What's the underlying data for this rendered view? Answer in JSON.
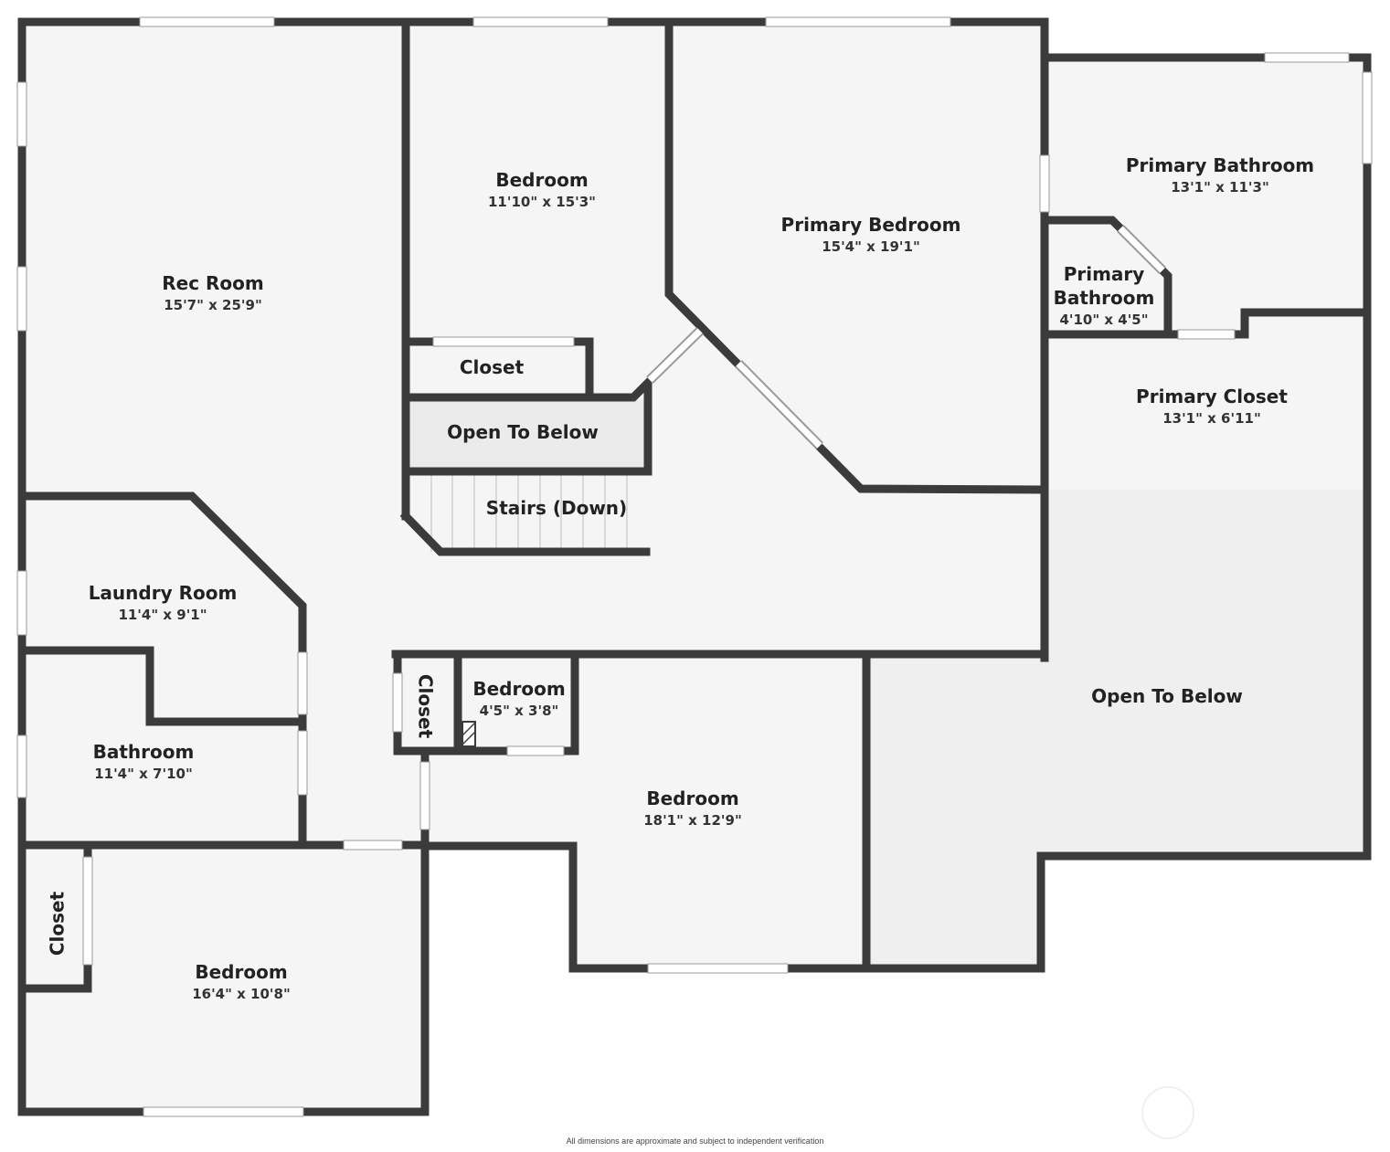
{
  "colors": {
    "wall": "#3b3b3b",
    "floor": "#f5f5f5",
    "open_area": "#efefef",
    "open_to_below_stair": "#ebebeb",
    "window": "#ffffff"
  },
  "rooms": {
    "rec_room": {
      "name": "Rec Room",
      "dims": "15'7\" x 25'9\""
    },
    "bedroom_top": {
      "name": "Bedroom",
      "dims": "11'10\" x 15'3\""
    },
    "primary_bedroom": {
      "name": "Primary Bedroom",
      "dims": "15'4\" x 19'1\""
    },
    "primary_bathroom_main": {
      "name": "Primary Bathroom",
      "dims": "13'1\" x 11'3\""
    },
    "primary_bathroom_small": {
      "name_line1": "Primary",
      "name_line2": "Bathroom",
      "dims": "4'10\" x 4'5\""
    },
    "closet_upper": {
      "name": "Closet"
    },
    "open_to_below_stair": {
      "name": "Open To Below"
    },
    "stairs": {
      "name": "Stairs (Down)"
    },
    "primary_closet": {
      "name": "Primary Closet",
      "dims": "13'1\" x 6'11\""
    },
    "laundry_room": {
      "name": "Laundry Room",
      "dims": "11'4\" x 9'1\""
    },
    "closet_mid": {
      "name": "Closet"
    },
    "bedroom_small": {
      "name": "Bedroom",
      "dims": "4'5\" x 3'8\""
    },
    "open_to_below_right": {
      "name": "Open To Below"
    },
    "bathroom": {
      "name": "Bathroom",
      "dims": "11'4\" x 7'10\""
    },
    "bedroom_center": {
      "name": "Bedroom",
      "dims": "18'1\" x 12'9\""
    },
    "closet_lower": {
      "name": "Closet"
    },
    "bedroom_bottom": {
      "name": "Bedroom",
      "dims": "16'4\" x 10'8\""
    }
  },
  "footer": "All dimensions are approximate and subject to independent verification"
}
